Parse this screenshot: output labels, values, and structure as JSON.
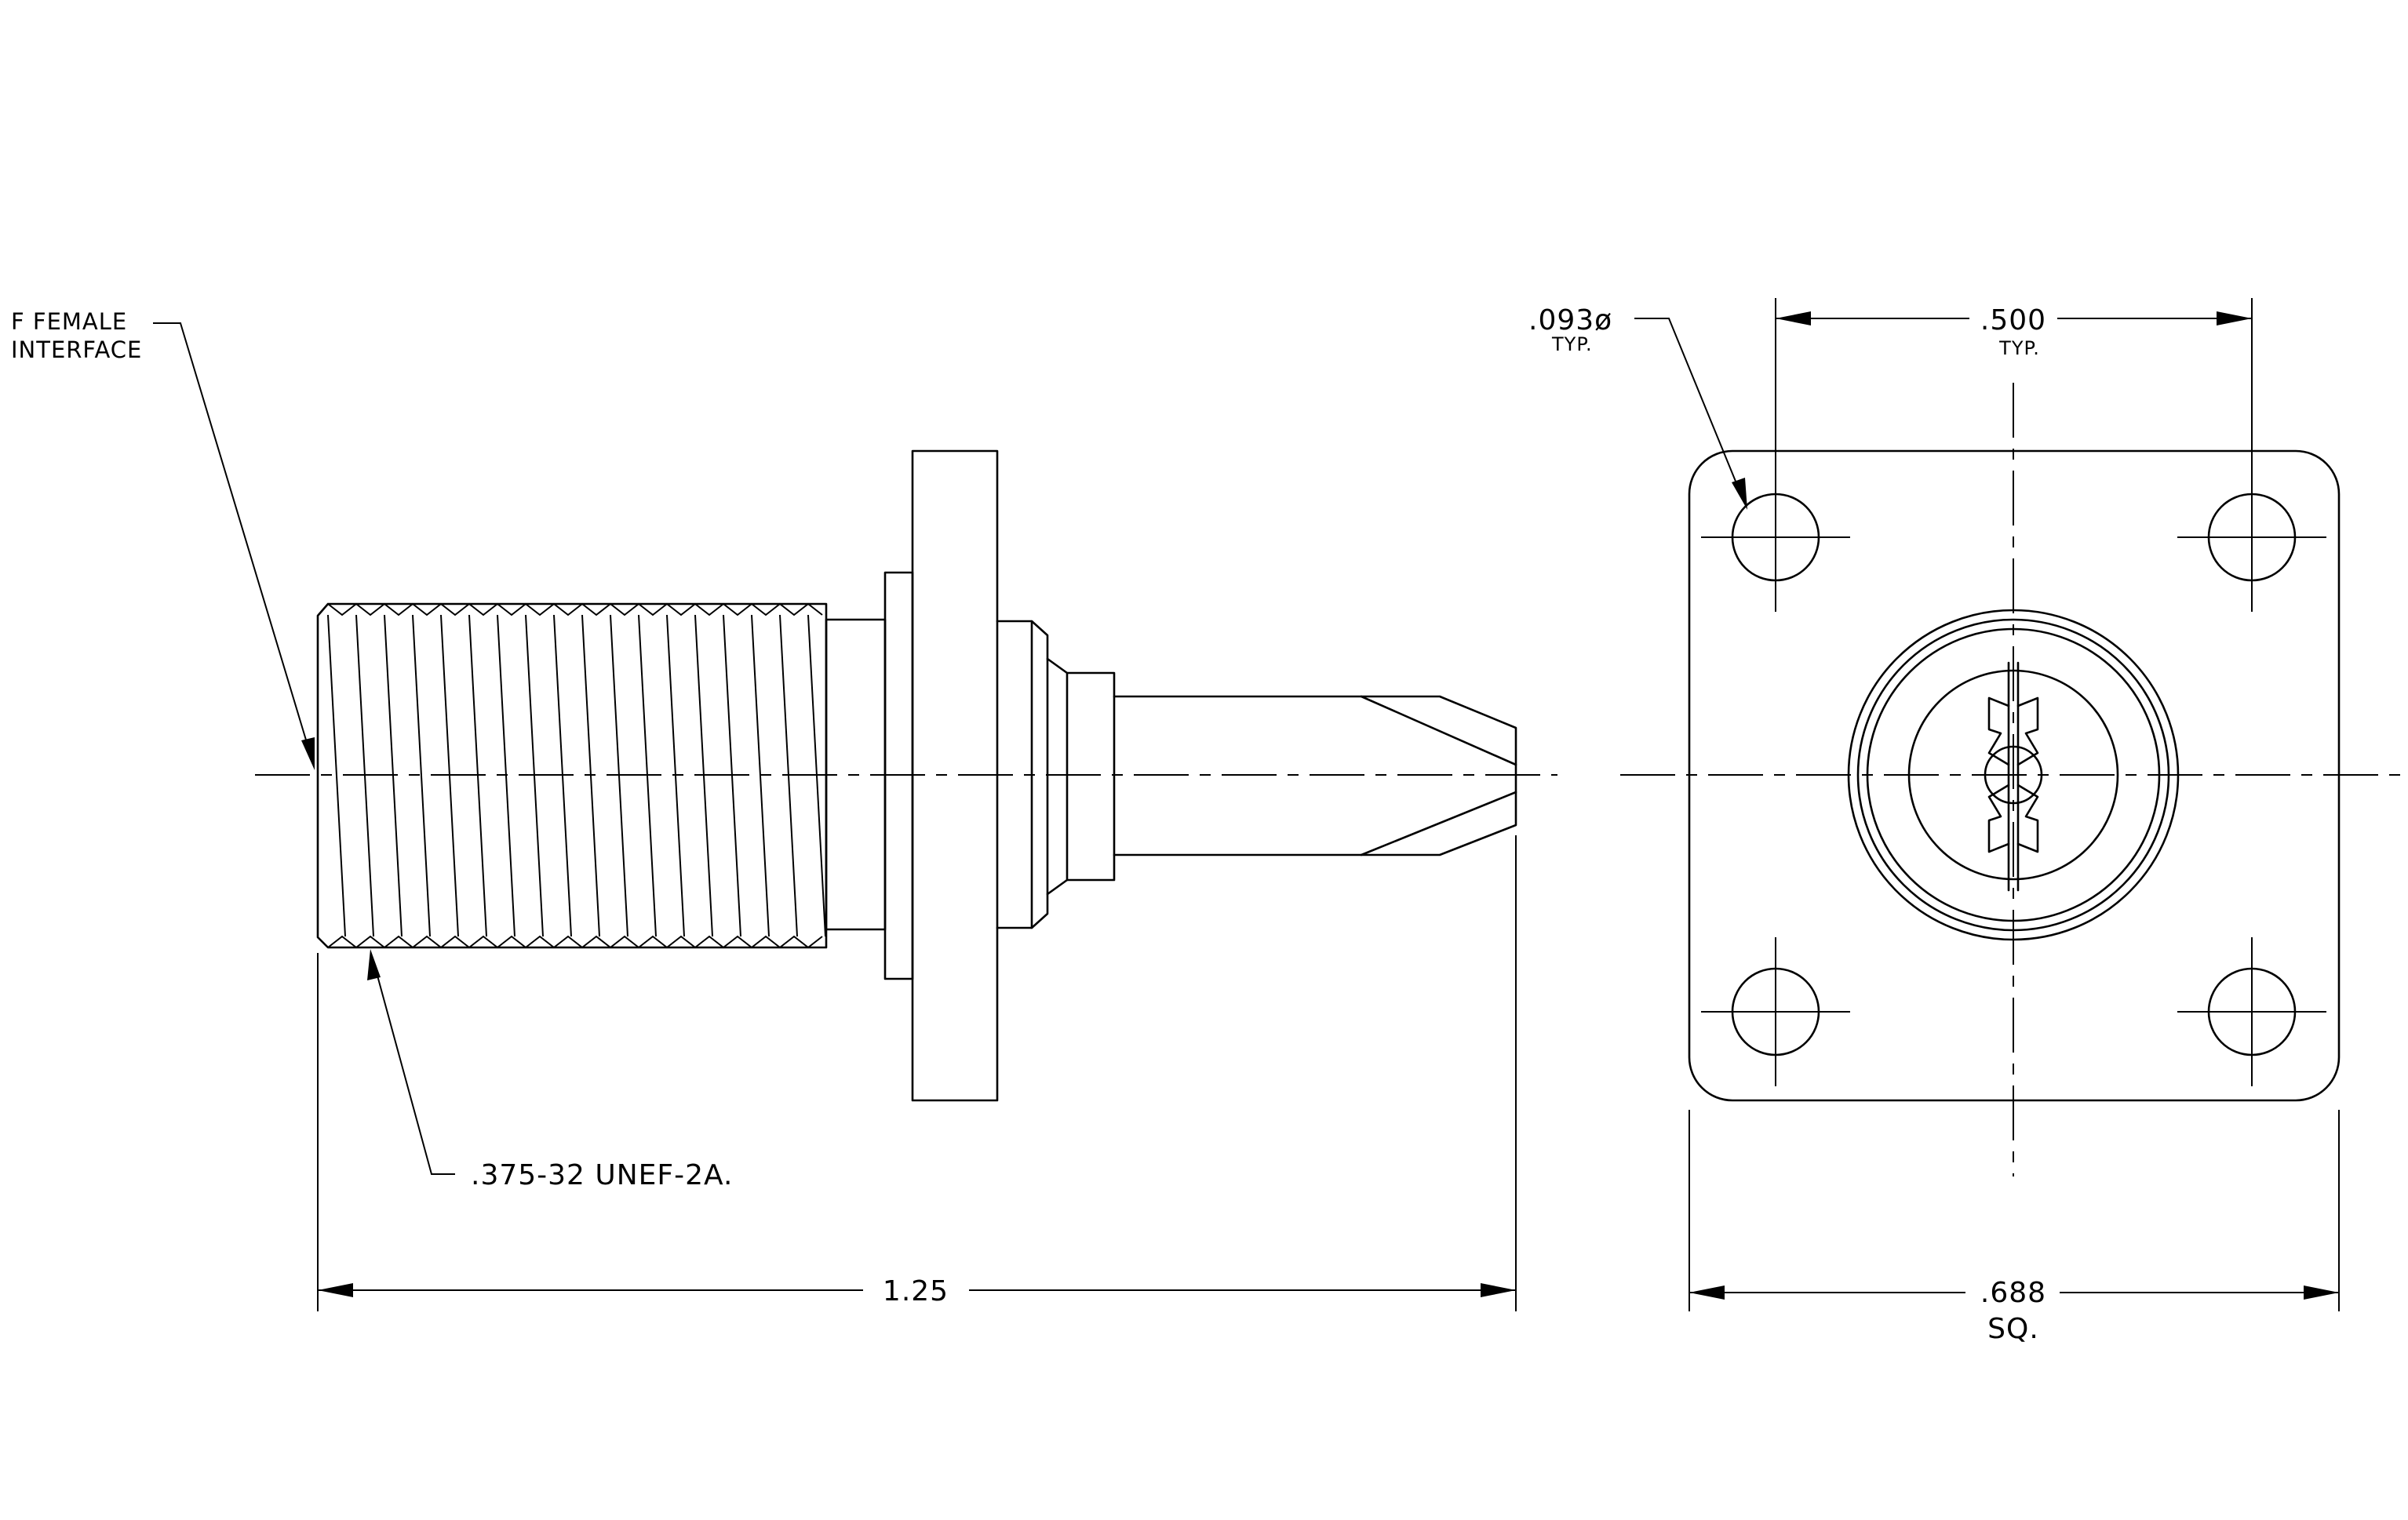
{
  "labels": {
    "interface_line1": "F FEMALE",
    "interface_line2": "INTERFACE",
    "thread_spec": ".375-32 UNEF-2A.",
    "overall_length": "1.25",
    "hole_diameter": ".093ø",
    "hole_diameter_note": "TYP.",
    "hole_spacing": ".500",
    "hole_spacing_note": "TYP.",
    "flange_size": ".688",
    "flange_size_note": "SQ."
  }
}
